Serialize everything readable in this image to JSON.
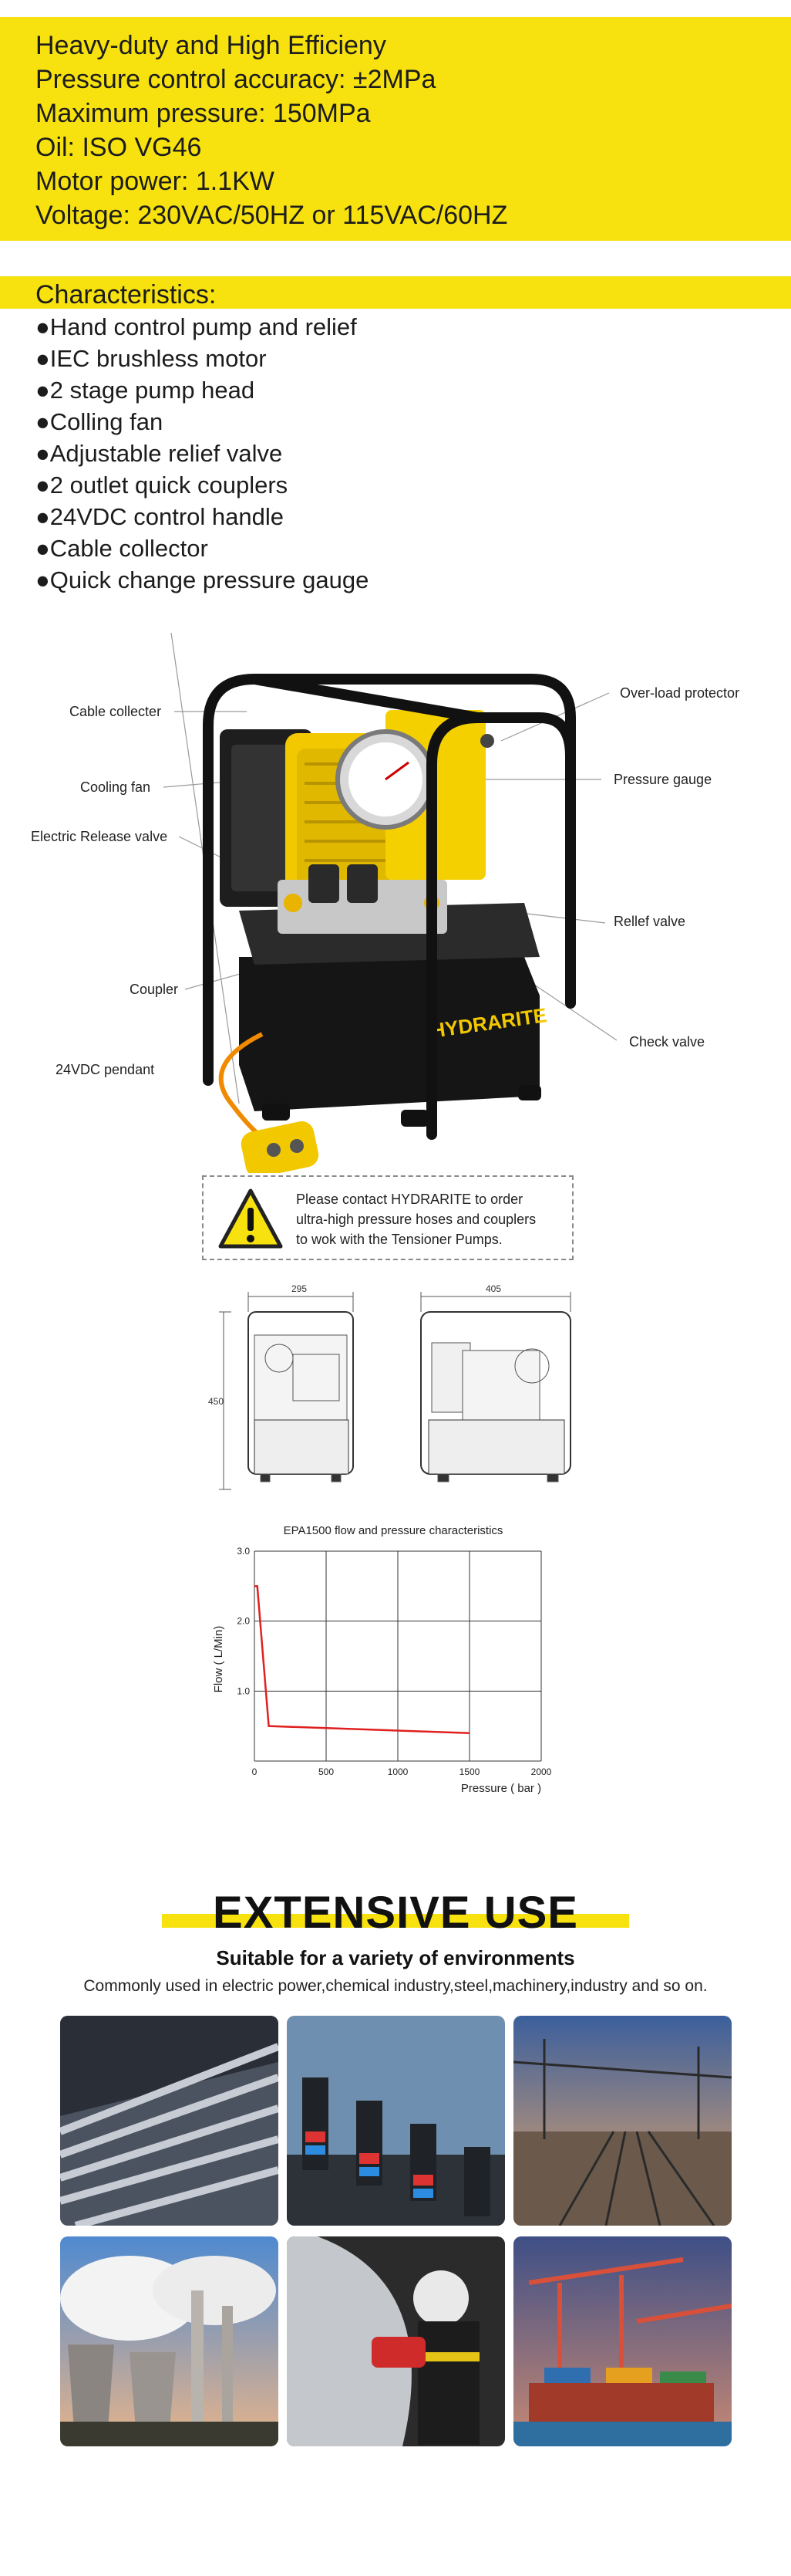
{
  "specs": {
    "line1": "Heavy-duty and High Efficieny",
    "line2": "Pressure control accuracy: ±2MPa",
    "line3": "Maximum pressure: 150MPa",
    "line4": "Oil: ISO VG46",
    "line5": "Motor power: 1.1KW",
    "line6": "Voltage: 230VAC/50HZ or 115VAC/60HZ"
  },
  "characteristics": {
    "title": "Characteristics:",
    "items": [
      "●Hand control pump and relief",
      "●IEC brushless motor",
      "●2 stage pump head",
      "●Colling fan",
      "●Adjustable relief valve",
      "●2 outlet quick couplers",
      "●24VDC control handle",
      "●Cable collector",
      "●Quick change pressure gauge"
    ]
  },
  "product": {
    "brand": "HYDRARITE",
    "callouts": {
      "cable_collecter": "Cable collecter",
      "cooling_fan": "Cooling fan",
      "electric_release_valve": "Electric Release valve",
      "coupler": "Coupler",
      "pendant": "24VDC pendant",
      "overload": "Over-load protector",
      "pressure_gauge": "Pressure gauge",
      "relief_valve": "Rellef valve",
      "check_valve": "Check valve"
    }
  },
  "notice": {
    "line1": "Please contact HYDRARITE to order",
    "line2": "ultra-high pressure hoses and couplers",
    "line3": "to wok with the Tensioner Pumps."
  },
  "drawings": {
    "width1": "295",
    "width2": "405",
    "height": "450"
  },
  "chart_data": {
    "type": "line",
    "title": "EPA1500   flow and pressure characteristics",
    "xlabel": "Pressure ( bar )",
    "ylabel": "Flow ( L/Min)",
    "xlim": [
      0,
      2000
    ],
    "ylim": [
      0,
      3.0
    ],
    "x_ticks": [
      "0",
      "500",
      "1000",
      "1500",
      "2000"
    ],
    "y_ticks": [
      "1.0",
      "2.0",
      "3.0"
    ],
    "grid": true,
    "color": "#e02020",
    "x": [
      0,
      20,
      100,
      1500
    ],
    "y": [
      2.5,
      2.5,
      0.5,
      0.4
    ]
  },
  "extensive": {
    "title": "EXTENSIVE USE",
    "subtitle": "Suitable for a variety of environments",
    "description": "Commonly used in electric power,chemical industry,steel,machinery,industry and so on."
  },
  "colors": {
    "brand_yellow": "#f7e20f"
  }
}
